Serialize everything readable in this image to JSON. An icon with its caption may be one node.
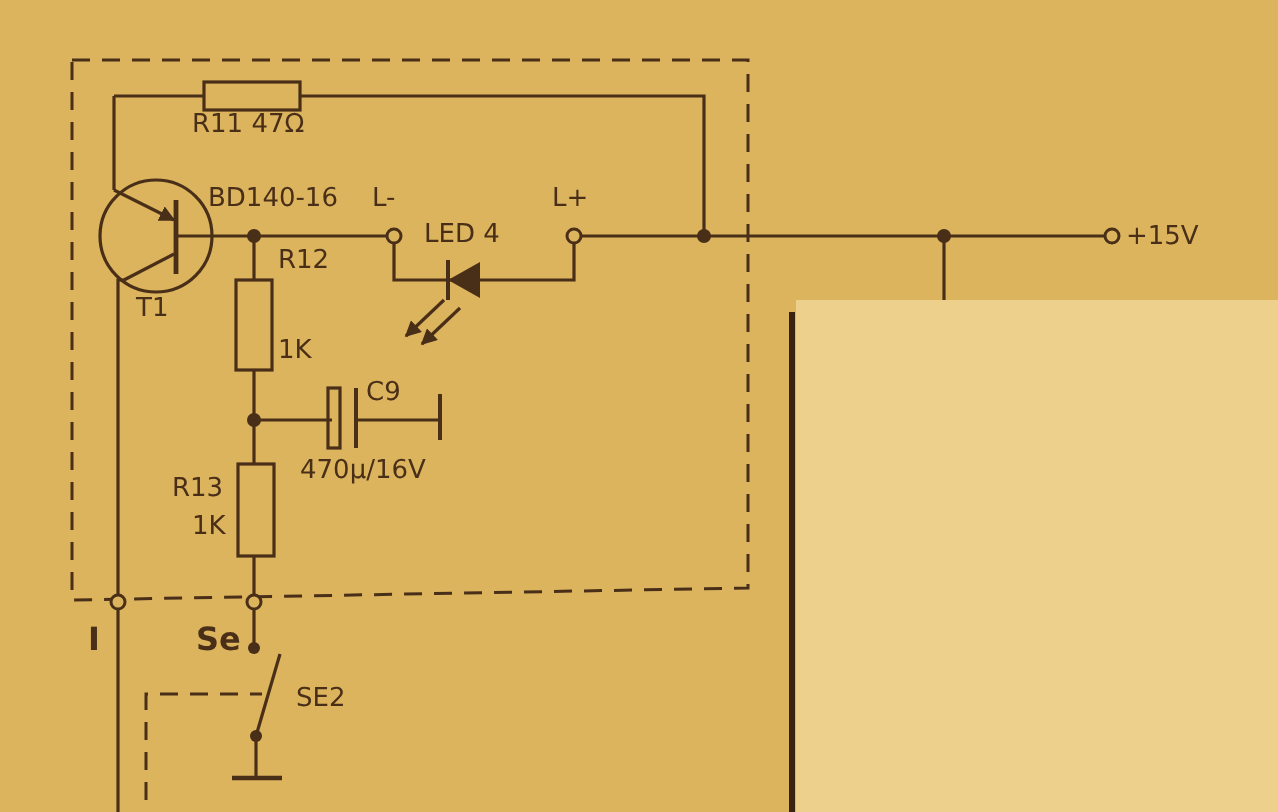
{
  "diagram": {
    "labels": [
      "R11 47Ω",
      "BD140-16",
      "L-",
      "L+",
      "LED 4",
      "+15V",
      "T1",
      "R12",
      "1K",
      "C9",
      "470µ/16V",
      "R13",
      "1K",
      "I",
      "Se",
      "SE2"
    ]
  }
}
